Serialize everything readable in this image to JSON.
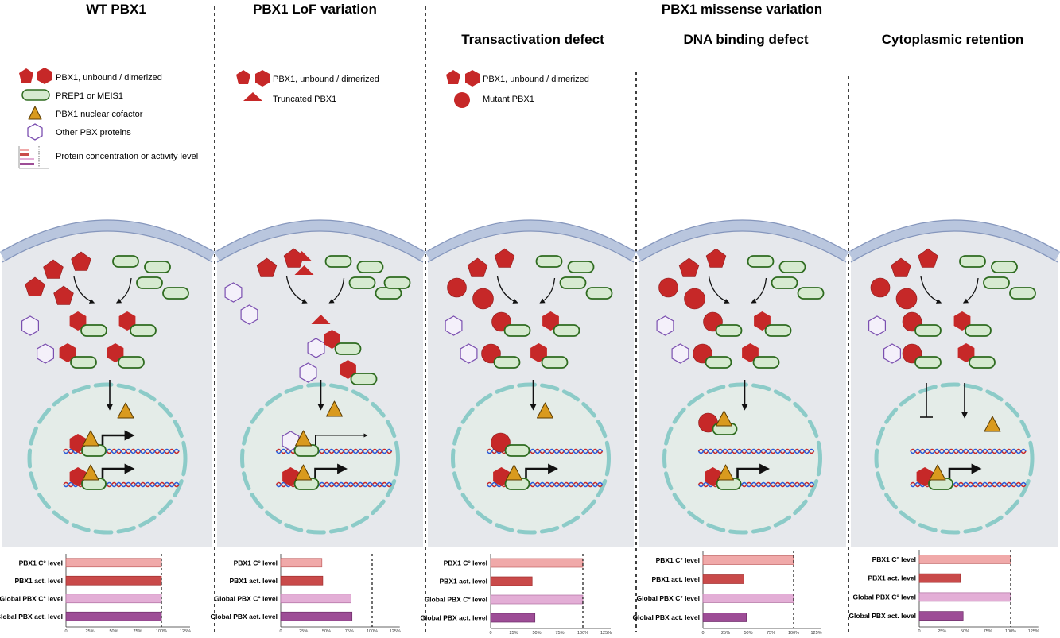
{
  "headings": {
    "wt": "WT PBX1",
    "lof": "PBX1 LoF variation",
    "missense": "PBX1 missense variation",
    "transactivation": "Transactivation defect",
    "dna_binding": "DNA binding defect",
    "cytoplasmic": "Cytoplasmic retention"
  },
  "legend_wt": {
    "pbx1": "PBX1, unbound / dimerized",
    "prep1": "PREP1 or MEIS1",
    "cofactor": "PBX1 nuclear cofactor",
    "other_pbx": "Other PBX proteins",
    "level": "Protein concentration or activity level"
  },
  "legend_lof": {
    "pbx1": "PBX1, unbound / dimerized",
    "truncated": "Truncated PBX1"
  },
  "legend_missense": {
    "pbx1": "PBX1, unbound / dimerized",
    "mutant": "Mutant PBX1"
  },
  "colors": {
    "pbx1": "#c62828",
    "prep1_fill": "#d6ead0",
    "prep1_stroke": "#2e6b1f",
    "cofactor": "#d99a1e",
    "other_pbx": "#7b4fb0",
    "cytoplasm": "#e6e8ec",
    "membrane": "#b9c6de",
    "nucleus": "#e4ece8",
    "nuclear_envelope": "#8ccbc8",
    "bar_pbx1_conc": "#f0a9a9",
    "bar_pbx1_act": "#c94a4a",
    "bar_global_conc": "#e3aed6",
    "bar_global_act": "#9d4d96"
  },
  "chart_data": [
    {
      "type": "bar",
      "panel": "WT PBX1",
      "categories": [
        "PBX1 C° level",
        "PBX1 act. level",
        "Global PBX C° level",
        "Global PBX act. level"
      ],
      "values": [
        100,
        100,
        100,
        100
      ],
      "xticks": [
        "0",
        "25%",
        "50%",
        "75%",
        "100%",
        "125%"
      ],
      "xlim": [
        0,
        125
      ],
      "reference_line": 100
    },
    {
      "type": "bar",
      "panel": "PBX1 LoF variation",
      "categories": [
        "PBX1 C° level",
        "PBX1 act. level",
        "Global PBX C° level",
        "Global PBX act. level"
      ],
      "values": [
        45,
        46,
        77,
        78
      ],
      "xticks": [
        "0",
        "25%",
        "50%",
        "75%",
        "100%",
        "125%"
      ],
      "xlim": [
        0,
        125
      ],
      "reference_line": 100
    },
    {
      "type": "bar",
      "panel": "Transactivation defect",
      "categories": [
        "PBX1 C° level",
        "PBX1 act. level",
        "Global PBX C° level",
        "Global PBX act. level"
      ],
      "values": [
        100,
        45,
        100,
        48
      ],
      "xticks": [
        "0",
        "25%",
        "50%",
        "75%",
        "100%",
        "125%"
      ],
      "xlim": [
        0,
        125
      ],
      "reference_line": 100
    },
    {
      "type": "bar",
      "panel": "DNA binding defect",
      "categories": [
        "PBX1 C° level",
        "PBX1 act. level",
        "Global PBX C° level",
        "Global PBX act. level"
      ],
      "values": [
        100,
        45,
        100,
        48
      ],
      "xticks": [
        "0",
        "25%",
        "50%",
        "75%",
        "100%",
        "125%"
      ],
      "xlim": [
        0,
        125
      ],
      "reference_line": 100
    },
    {
      "type": "bar",
      "panel": "Cytoplasmic retention",
      "categories": [
        "PBX1 C° level",
        "PBX1 act. level",
        "Global PBX C° level",
        "Global PBX act. level"
      ],
      "values": [
        100,
        45,
        100,
        48
      ],
      "xticks": [
        "0",
        "25%",
        "50%",
        "75%",
        "100%",
        "125%"
      ],
      "xlim": [
        0,
        125
      ],
      "reference_line": 100
    }
  ]
}
